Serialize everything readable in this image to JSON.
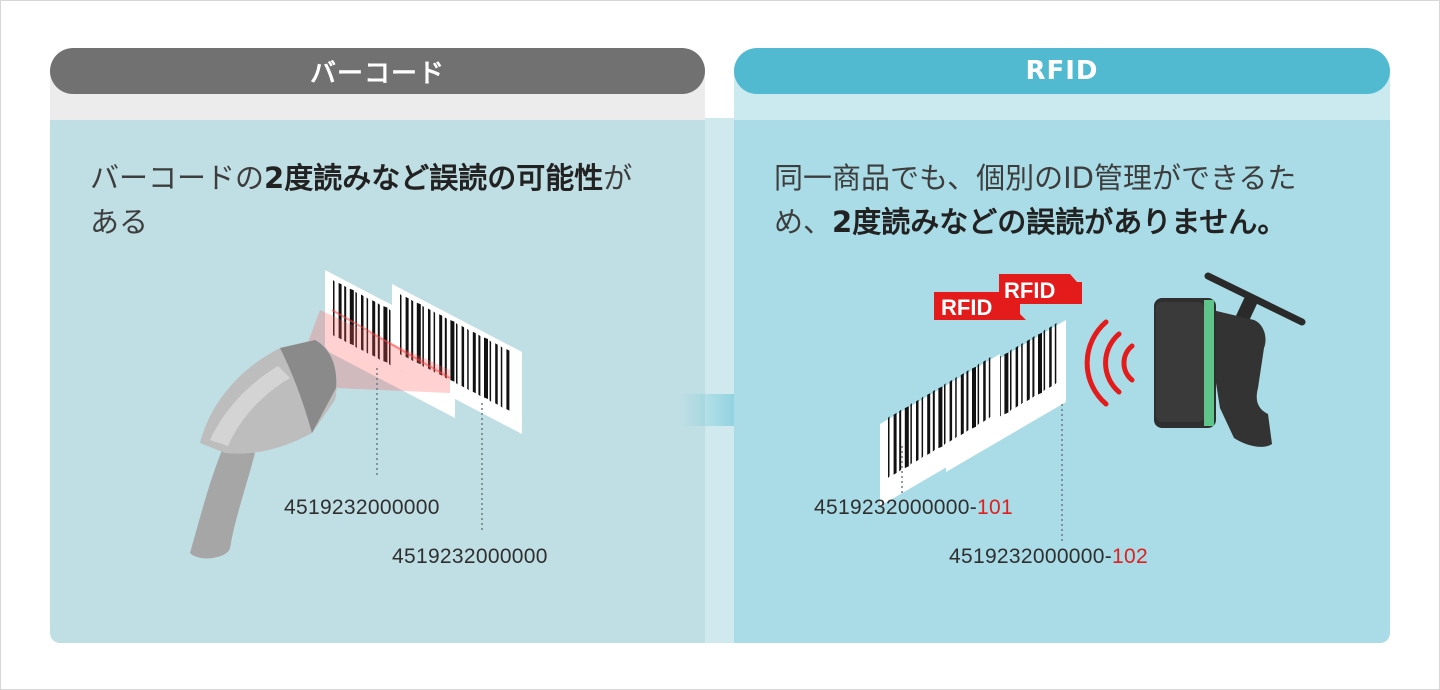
{
  "barcode": {
    "title": "バーコード",
    "desc_1": "バーコードの",
    "desc_2": "2度読みなど誤読の可能性",
    "desc_3": "が",
    "desc_4": "ある",
    "code_a": "4519232000000",
    "code_b": "4519232000000"
  },
  "rfid": {
    "title": "RFID",
    "desc_1": "同一商品でも、個別のID管理ができるた",
    "desc_2": "め、",
    "desc_3": "2度読みなどの誤読がありません。",
    "tag_label_a": "RFID",
    "tag_label_b": "RFID",
    "code_a_base": "4519232000000-",
    "code_a_suffix": "101",
    "code_b_base": "4519232000000-",
    "code_b_suffix": "102"
  },
  "colors": {
    "barcode_header": "#717171",
    "rfid_header": "#52bad0",
    "accent_red": "#e02020",
    "arrow": "#5bbfd3"
  }
}
